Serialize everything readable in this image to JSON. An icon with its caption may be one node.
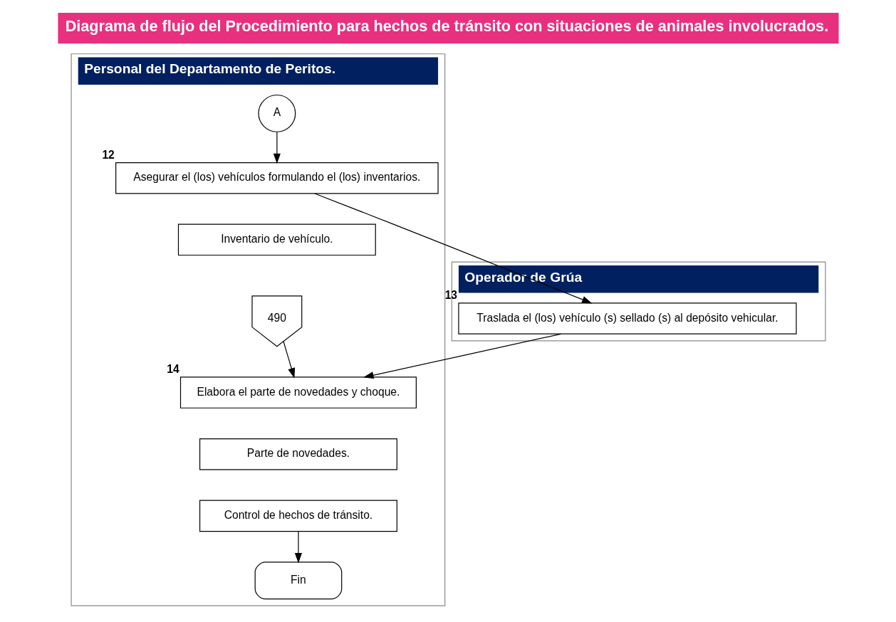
{
  "diagram": {
    "title": "Diagrama de flujo del Procedimiento para hechos de tránsito con situaciones de animales involucrados.",
    "nodes": [
      {
        "text": [
          "Personal del Departamento de Peritos."
        ]
      },
      {
        "text": [
          "Operador de Grúa"
        ]
      },
      {
        "text": [
          "A"
        ],
        "in": 0
      },
      {
        "text": [
          "Asegurar el (los) vehículos formulando el (los) inventarios."
        ],
        "beside": [
          "12"
        ],
        "in": 0
      },
      {
        "text": [
          "Inventario de vehículo."
        ],
        "in": 0
      },
      {
        "text": [
          "490"
        ],
        "in": 0
      },
      {
        "text": [
          "Elabora el parte de novedades y choque."
        ],
        "beside": [
          "14"
        ],
        "in": 0
      },
      {
        "text": [
          "Parte de novedades."
        ],
        "in": 0
      },
      {
        "text": [
          "Control de hechos de tránsito."
        ],
        "in": 0
      },
      {
        "text": [
          "Fin"
        ],
        "in": 0
      },
      {
        "text": [
          "Traslada el (los) vehículo (s) sellado (s) al depósito vehicular."
        ],
        "beside": [
          "13"
        ],
        "in": 1
      }
    ],
    "edges": [
      {
        "from": 2,
        "to": 3,
        "arrow": "to"
      },
      {
        "from": 3,
        "to": 10,
        "arrow": "to"
      },
      {
        "from": 10,
        "to": 6,
        "arrow": "to"
      },
      {
        "from": 5,
        "to": 6,
        "arrow": "to"
      },
      {
        "from": 8,
        "to": 9,
        "arrow": "to"
      }
    ]
  }
}
